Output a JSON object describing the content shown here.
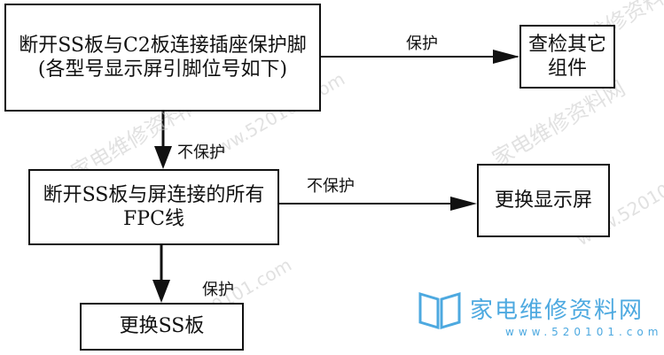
{
  "boxes": {
    "disconnect_ss_c2": "断开SS板与C2板连接插座保护脚(各型号显示屏引脚位号如下)",
    "check_other_components": "查检其它组件",
    "disconnect_ss_screen_fpc": "断开SS板与屏连接的所有FPC线",
    "replace_display": "更换显示屏",
    "replace_ss_board": "更换SS板"
  },
  "edges": {
    "protect_1": "保护",
    "no_protect_1": "不保护",
    "no_protect_2": "不保护",
    "protect_2": "保护"
  },
  "watermark": {
    "text_cn": "家电维修资料网",
    "text_url": "www.520101.com",
    "logo_main": "家电维修资料网",
    "logo_sub": "www.520101.com"
  },
  "colors": {
    "line": "#111111",
    "watermark": "#c9c9c9",
    "logo": "#4da9e0"
  }
}
